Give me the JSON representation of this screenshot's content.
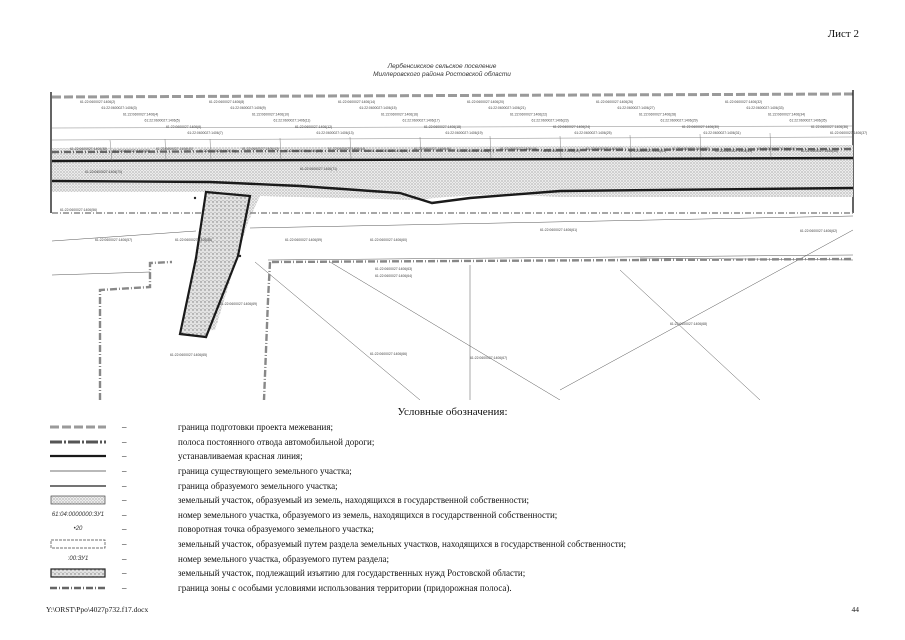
{
  "sheet": {
    "label": "Лист 2"
  },
  "map": {
    "title_line1": "Лербенсикское сельское поселение",
    "title_line2": "Миллеровского района Ростовской области",
    "parcel_labels": [
      "61:22:0600027:1406(2)",
      "61:22:0600027:1406(3)",
      "61:22:0600027:1406(4)",
      "61:22:0600027:1406(5)",
      "61:22:0600027:1406(6)",
      "61:22:0600027:1406(7)",
      "61:22:0600027:1406(8)",
      "61:22:0600027:1406(9)",
      "61:22:0600027:1406(10)",
      "61:22:0600027:1406(11)",
      "61:22:0600027:1406(12)",
      "61:22:0600027:1406(13)",
      "61:22:0600027:1406(14)",
      "61:22:0600027:1406(15)",
      "61:22:0600027:1406(16)",
      "61:22:0600027:1406(17)",
      "61:22:0600027:1406(18)",
      "61:22:0600027:1406(19)",
      "61:22:0600027:1406(20)",
      "61:22:0600027:1406(21)",
      "61:22:0600027:1406(22)",
      "61:22:0600027:1406(23)",
      "61:22:0600027:1406(24)",
      "61:22:0600027:1406(25)",
      "61:22:0600027:1406(26)",
      "61:22:0600027:1406(27)",
      "61:22:0600027:1406(28)",
      "61:22:0600027:1406(29)",
      "61:22:0600027:1406(30)",
      "61:22:0600027:1406(31)",
      "61:22:0600027:1406(32)",
      "61:22:0600027:1406(33)",
      "61:22:0600027:1406(34)",
      "61:22:0600027:1406(35)",
      "61:22:0600027:1406(36)",
      "61:22:0600027:1406(37)",
      "61:22:0600027:1406(38)",
      "61:22:0600027:1406(39)",
      "61:22:0600027:1406(40)",
      "61:22:0600027:1406(41)",
      "61:22:0600027:1406(42)",
      "61:22:0600027:1406(43)",
      "61:22:0600027:1406(44)",
      "61:22:0600027:1406(45)",
      "61:22:0600027:1406(46)",
      "61:22:0600027:1406(47)",
      "61:22:0600027:1406(48)",
      "61:22:0600027:1406(49)",
      "61:22:0600027:1406(50)",
      "61:22:0600027:1406(51)",
      "61:22:0600027:1406(52)",
      "61:22:0600027:1406(53)",
      "61:22:0600027:1406(54)",
      "61:22:0600027:1406(55)",
      "61:22:0600027:1406(56)",
      "61:22:0600027:1406(57)",
      "61:22:0600027:1406(58)",
      "61:22:0600027:1406(59)",
      "61:22:0600027:1406(60)",
      "61:22:0600027:1406(61)",
      "61:22:0600027:1406(62)",
      "61:22:0600027:1406(63)",
      "61:22:0600027:1406(64)",
      "61:22:0600027:1406(65)",
      "61:22:0600027:1406(66)",
      "61:22:0600027:1406(67)",
      "61:22:0600027:1406(68)",
      "61:22:0600027:1406(69)",
      "61:22:0600027:1406(70)",
      "61:22:0600027:1406(71)"
    ]
  },
  "legend": {
    "title": "Условные обозначения:",
    "separator": "–",
    "items": [
      {
        "key": "project-boundary",
        "sample": "",
        "text": "граница подготовки проекта межевания;"
      },
      {
        "key": "road-strip",
        "sample": "",
        "text": "полоса постоянного отвода автомобильной дороги;"
      },
      {
        "key": "red-line",
        "sample": "",
        "text": "устанавливаемая красная линия;"
      },
      {
        "key": "existing-parcel",
        "sample": "",
        "text": "граница существующего земельного участка;"
      },
      {
        "key": "formed-parcel",
        "sample": "",
        "text": "граница образуемого земельного участка;"
      },
      {
        "key": "state-land-parcel",
        "sample": "",
        "text": "земельный участок, образуемый из земель, находящихся в государственной собственности;"
      },
      {
        "key": "state-parcel-number",
        "sample": "61:04:0000000:ЗУ1",
        "text": "номер земельного участка, образуемого из земель, находящихся в государственной собственности;"
      },
      {
        "key": "turning-point",
        "sample": "•20",
        "text": "поворотная точка образуемого земельного участка;"
      },
      {
        "key": "division-parcel",
        "sample": "",
        "text": "земельный участок, образуемый путем раздела земельных участков, находящихся в государственной собственности;"
      },
      {
        "key": "division-parcel-number",
        "sample": ":00:ЗУ1",
        "text": "номер земельного участка, образуемого путем раздела;"
      },
      {
        "key": "seized-parcel",
        "sample": "",
        "text": "земельный участок, подлежащий изъятию для государственных нужд Ростовской области;"
      },
      {
        "key": "roadside-zone",
        "sample": "",
        "text": "граница зоны с особыми условиями использования территории (придорожная полоса)."
      }
    ]
  },
  "footer": {
    "path": "Y:\\ORST\\Ppo\\4027p732.f17.docx",
    "page": "44"
  }
}
